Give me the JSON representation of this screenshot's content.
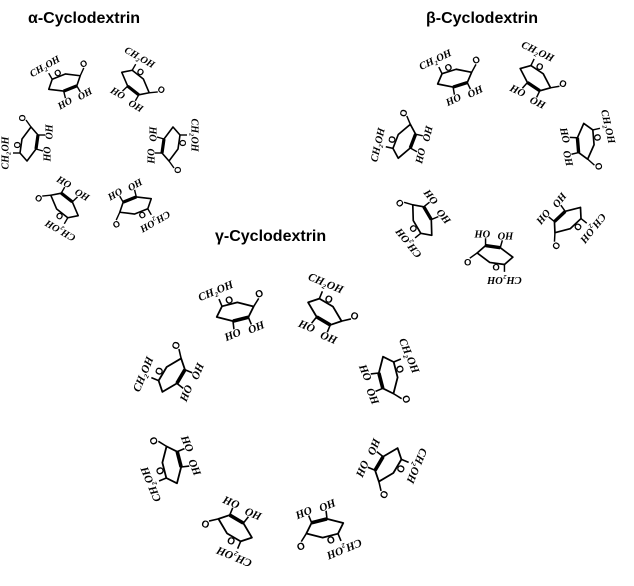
{
  "titles": {
    "alpha": "α-Cyclodextrin",
    "beta": "β-Cyclodextrin",
    "gamma": "γ-Cyclodextrin"
  },
  "units": {
    "alpha": 6,
    "beta": 7,
    "gamma": 8
  },
  "labels": {
    "ch2oh": "CH₂OH",
    "oh": "OH",
    "ho": "HO",
    "ring_o": "O"
  },
  "colors": {
    "ink": "#000000",
    "background": "#ffffff"
  }
}
